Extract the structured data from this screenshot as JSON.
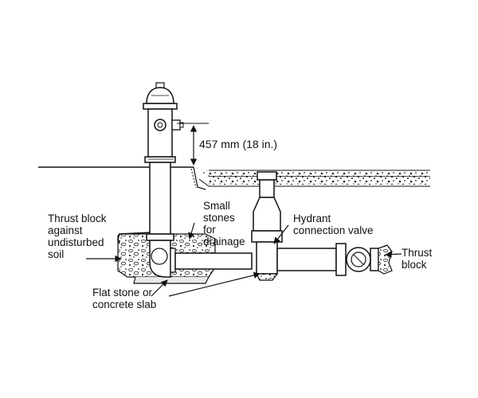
{
  "labels": {
    "height_dimension": "457 mm (18 in.)",
    "thrust_block_soil": "Thrust block\nagainst\nundisturbed\nsoil",
    "small_stones": "Small\nstones\nfor\ndrainage",
    "hydrant_valve": "Hydrant\nconnection valve",
    "thrust_block_right": "Thrust\nblock",
    "flat_stone": "Flat stone or\nconcrete slab"
  }
}
